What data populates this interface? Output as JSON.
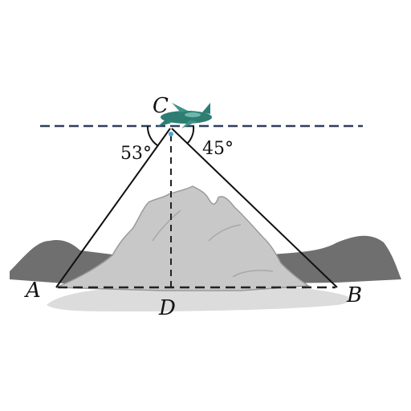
{
  "points": {
    "C": "C",
    "A": "A",
    "B": "B",
    "D": "D"
  },
  "angles": {
    "left": "53°",
    "right": "45°"
  },
  "colors": {
    "back_mountains": "#6f6f6f",
    "main_mountain": "#c9c9c9",
    "island_base": "#dcdcdc",
    "line": "#111111",
    "horizon_dash": "#2f3e5c",
    "plane": "#2e7d73"
  },
  "icons": {
    "plane": "airplane-icon"
  }
}
